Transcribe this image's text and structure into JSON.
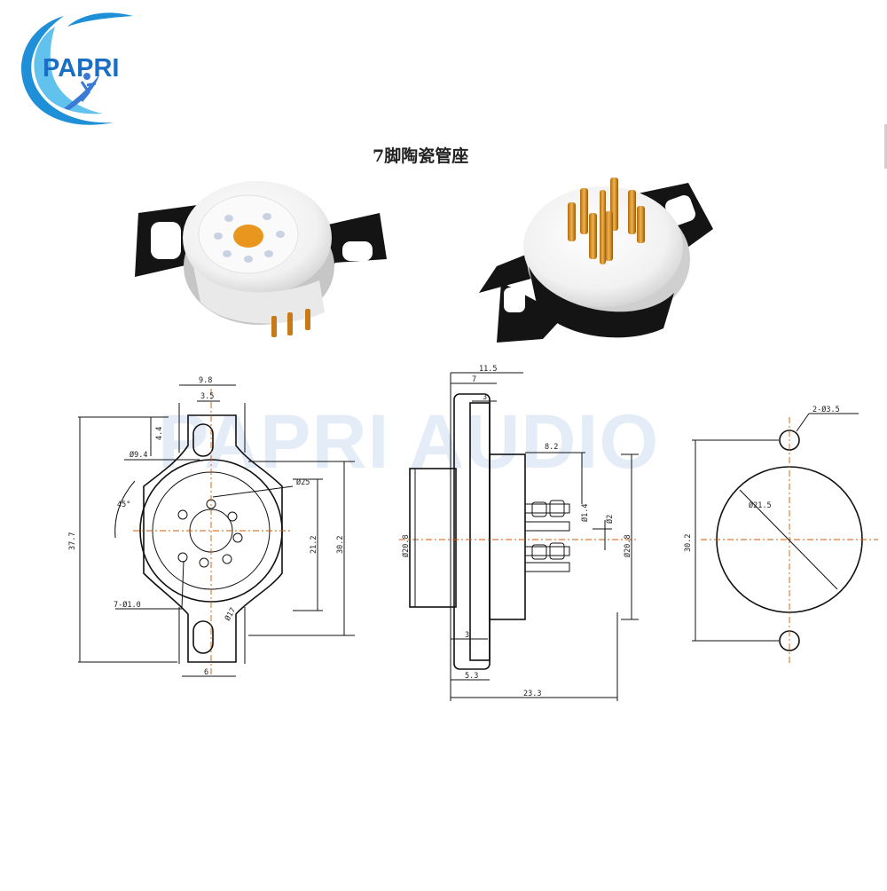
{
  "brand": {
    "logo_text": "PAPRI",
    "logo_color": "#1a6fc4"
  },
  "title": "7脚陶瓷管座",
  "watermark": "PAPRI AUDIO",
  "colors": {
    "body": "#f4f4f4",
    "bracket": "#141414",
    "contact": "#e8961e",
    "pins": "#d8912a",
    "center_line": "#d05a00"
  },
  "front_view": {
    "dims": {
      "top_outer": "9.8",
      "top_inner": "3.5",
      "slot": "4.4",
      "bottom": "6",
      "inner_ring": "Ø9.4",
      "angle": "45°",
      "pins": "7-Ø1.0",
      "outer": "Ø25",
      "pcd": "Ø17",
      "height_total": "37.7",
      "height_mid": "21.2",
      "height_holes": "30.2"
    }
  },
  "side_view": {
    "dims": {
      "top_depth": "11.5",
      "top_7": "7",
      "top_3": "3",
      "pin_len": "8.2",
      "flange_dia": "Ø20.8",
      "body_dia": "Ø20.8",
      "pin_dia": "Ø1.4",
      "center_pin": "Ø2",
      "flange_3": "3",
      "bottom_5": "5.3",
      "total": "23.3"
    }
  },
  "cutout_view": {
    "dims": {
      "holes": "2-Ø3.5",
      "diameter": "Ø21.5",
      "spacing": "30.2"
    }
  }
}
